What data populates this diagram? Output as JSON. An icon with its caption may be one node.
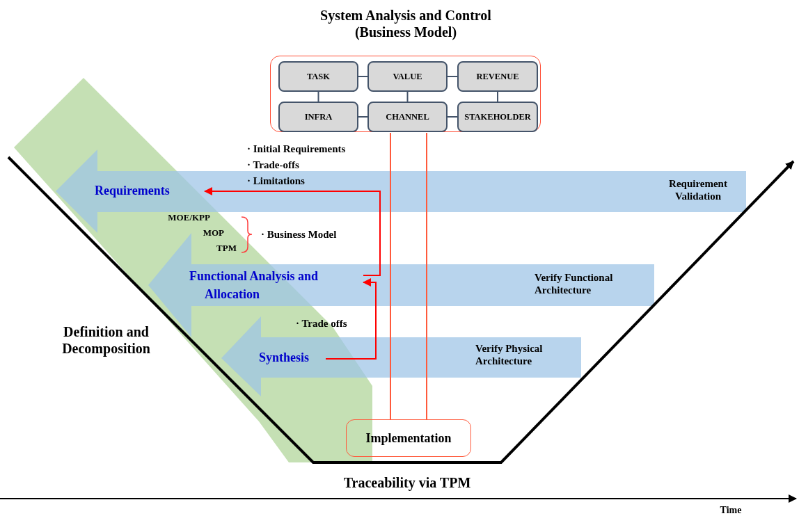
{
  "diagram": {
    "nodes": [
      {
        "text": [
          "System Analysis and Control (Business Model)"
        ]
      },
      {
        "text": [
          "TASK"
        ],
        "in": 0
      },
      {
        "text": [
          "VALUE"
        ],
        "in": 0
      },
      {
        "text": [
          "REVENUE"
        ],
        "in": 0
      },
      {
        "text": [
          "INFRA"
        ],
        "in": 0
      },
      {
        "text": [
          "CHANNEL"
        ],
        "in": 0
      },
      {
        "text": [
          "STAKEHOLDER"
        ],
        "in": 0
      },
      {
        "text": [
          "Requirement Validation"
        ]
      },
      {
        "text": [
          "Requirements"
        ],
        "in": 7
      },
      {
        "text": [
          "Verify Functional Architecture"
        ]
      },
      {
        "text": [
          "Functional Analysis and Allocation"
        ],
        "in": 9
      },
      {
        "text": [
          "Verify Physical Architecture"
        ]
      },
      {
        "text": [
          "Synthesis"
        ],
        "in": 11
      },
      {
        "text": [
          "Implementation"
        ]
      }
    ],
    "edges": [
      {
        "from": 1,
        "to": 2,
        "arrow": "none"
      },
      {
        "from": 2,
        "to": 3,
        "arrow": "none"
      },
      {
        "from": 1,
        "to": 4,
        "arrow": "none"
      },
      {
        "from": 2,
        "to": 5,
        "arrow": "none"
      },
      {
        "from": 3,
        "to": 6,
        "arrow": "none"
      },
      {
        "from": 4,
        "to": 5,
        "arrow": "none"
      },
      {
        "from": 5,
        "to": 6,
        "arrow": "none"
      },
      {
        "from": 0,
        "to": 13,
        "arrow": "none",
        "color": "#ff5a3c"
      },
      {
        "from": 0,
        "to": 13,
        "arrow": "none",
        "color": "#ff5a3c"
      },
      {
        "from": 10,
        "to": 8,
        "arrow": "to",
        "color": "#ff0000"
      },
      {
        "from": 12,
        "to": 10,
        "arrow": "to",
        "color": "#ff0000"
      }
    ],
    "labels": [
      "· Initial Requirements",
      "· Trade-offs",
      "· Limitations",
      "MOE/KPP",
      "MOP",
      "TPM",
      "· Business Model",
      "· Trade offs",
      "Definition and Decomposition",
      "Traceability via TPM",
      "Time"
    ]
  }
}
